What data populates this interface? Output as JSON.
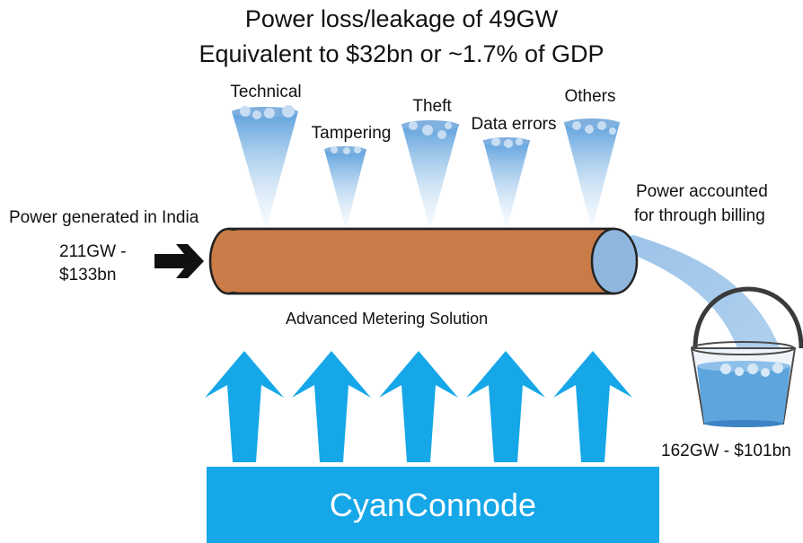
{
  "title": {
    "line1": "Power loss/leakage of 49GW",
    "line2": "Equivalent to $32bn or ~1.7% of GDP"
  },
  "leak_labels": {
    "technical": "Technical",
    "tampering": "Tampering",
    "theft": "Theft",
    "data_errors": "Data errors",
    "others": "Others"
  },
  "input": {
    "label": "Power generated in India",
    "value_line1": "211GW -",
    "value_line2": "$133bn"
  },
  "billing": {
    "label_line1": "Power accounted",
    "label_line2": "for through billing",
    "value": "162GW - $101bn"
  },
  "solution": {
    "label": "Advanced Metering Solution",
    "arrow_count": 5
  },
  "brand": {
    "name": "CyanConnode"
  },
  "colors": {
    "pipe": "#c97b48",
    "water": "#5ea5dd",
    "arrow": "#15a7e8",
    "brand_bar": "#15a7e8"
  }
}
